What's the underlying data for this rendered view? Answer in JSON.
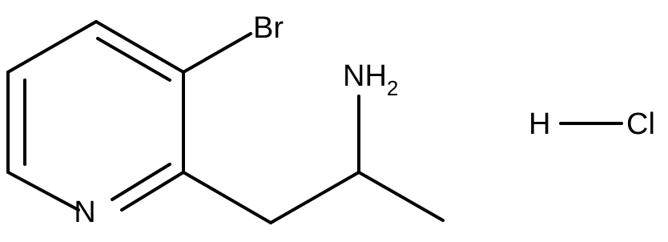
{
  "molecule": {
    "atoms": {
      "nitrogen_ring": "N",
      "bromine": "Br",
      "amine_main": "NH",
      "amine_sub": "2",
      "hydrogen": "H",
      "chlorine": "Cl"
    }
  }
}
